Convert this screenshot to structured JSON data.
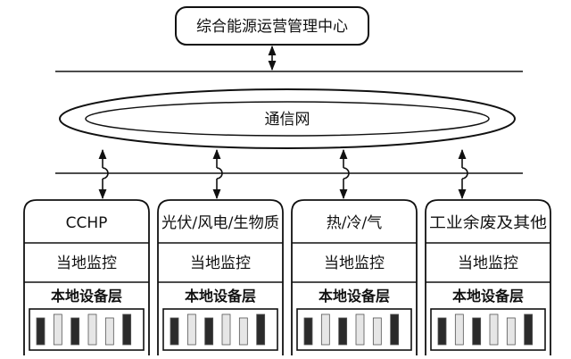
{
  "center": {
    "title": "综合能源运营管理中心"
  },
  "network": {
    "label": "通信网"
  },
  "columns": [
    {
      "title": "CCHP",
      "monitor": "当地监控",
      "devices": "本地设备层"
    },
    {
      "title": "光伏/风电/生物质",
      "monitor": "当地监控",
      "devices": "本地设备层"
    },
    {
      "title": "热/冷/气",
      "monitor": "当地监控",
      "devices": "本地设备层"
    },
    {
      "title": "工业余废及其他",
      "monitor": "当地监控",
      "devices": "本地设备层"
    }
  ],
  "colors": {
    "line": "#111111",
    "equipment_dark": "#2b2b2b",
    "equipment_light": "#e6e6e6"
  }
}
